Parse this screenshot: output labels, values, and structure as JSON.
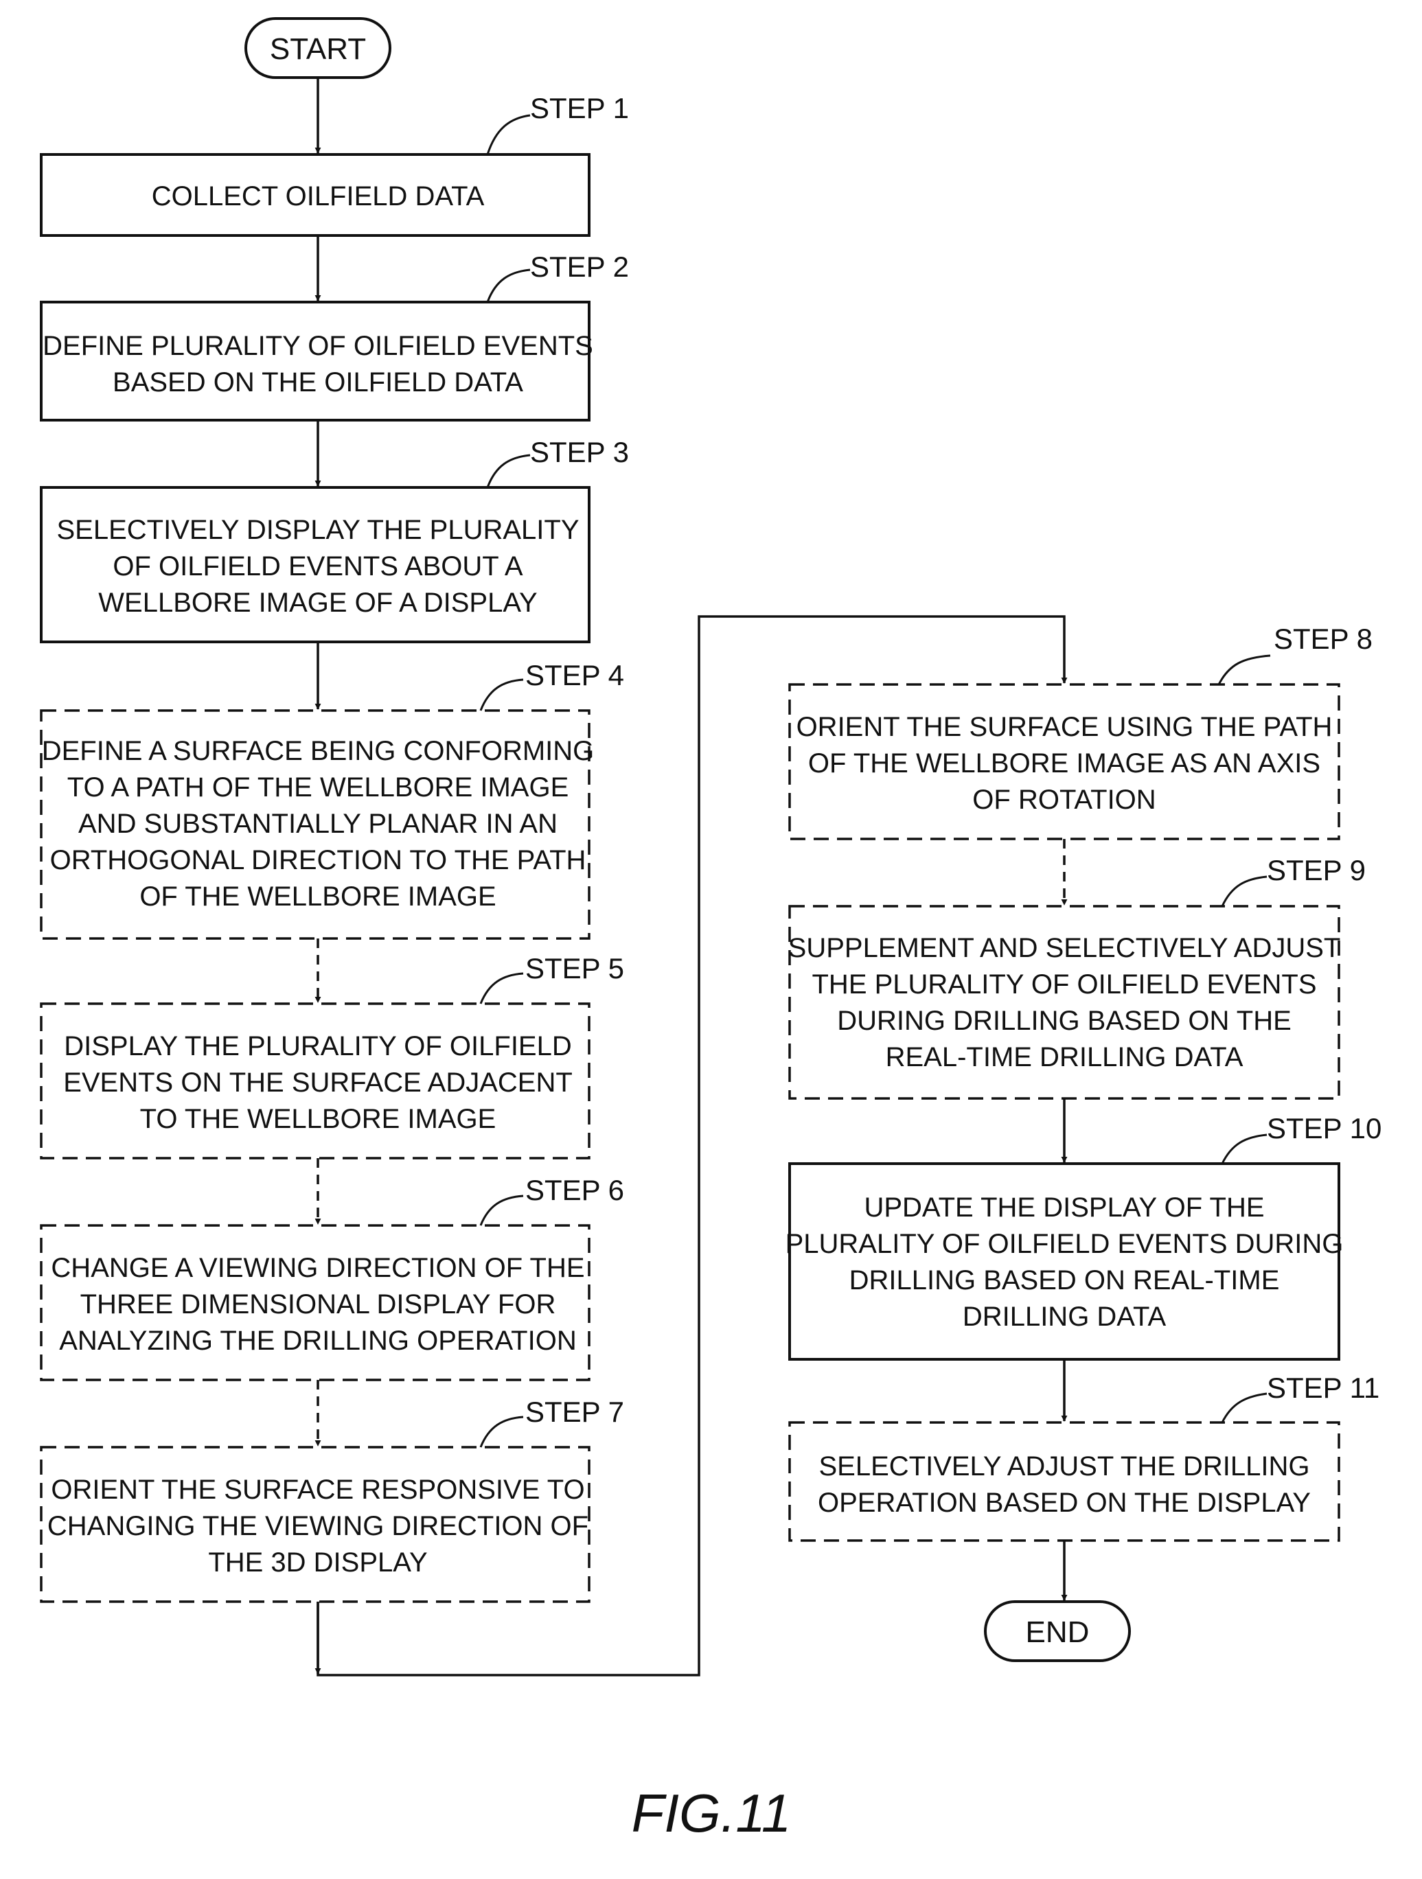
{
  "start_label": "START",
  "end_label": "END",
  "figure_label": "FIG.11",
  "steps": [
    {
      "label": "STEP 1",
      "lines": [
        "COLLECT OILFIELD DATA"
      ]
    },
    {
      "label": "STEP 2",
      "lines": [
        "DEFINE PLURALITY OF OILFIELD EVENTS",
        "BASED ON THE OILFIELD DATA"
      ]
    },
    {
      "label": "STEP 3",
      "lines": [
        "SELECTIVELY DISPLAY THE PLURALITY",
        "OF OILFIELD EVENTS ABOUT A",
        "WELLBORE IMAGE OF A DISPLAY"
      ]
    },
    {
      "label": "STEP 4",
      "lines": [
        "DEFINE A SURFACE BEING CONFORMING",
        "TO A PATH OF THE WELLBORE IMAGE",
        "AND SUBSTANTIALLY PLANAR IN AN",
        "ORTHOGONAL DIRECTION TO THE PATH",
        "OF THE WELLBORE IMAGE"
      ]
    },
    {
      "label": "STEP 5",
      "lines": [
        "DISPLAY THE PLURALITY OF OILFIELD",
        "EVENTS ON THE SURFACE ADJACENT",
        "TO THE WELLBORE IMAGE"
      ]
    },
    {
      "label": "STEP 6",
      "lines": [
        "CHANGE A VIEWING DIRECTION OF THE",
        "THREE DIMENSIONAL DISPLAY FOR",
        "ANALYZING THE DRILLING OPERATION"
      ]
    },
    {
      "label": "STEP 7",
      "lines": [
        "ORIENT THE SURFACE RESPONSIVE TO",
        "CHANGING THE VIEWING DIRECTION OF",
        "THE 3D DISPLAY"
      ]
    },
    {
      "label": "STEP 8",
      "lines": [
        "ORIENT THE SURFACE USING THE PATH",
        "OF THE WELLBORE IMAGE AS AN AXIS",
        "OF ROTATION"
      ]
    },
    {
      "label": "STEP 9",
      "lines": [
        "SUPPLEMENT AND SELECTIVELY ADJUST",
        "THE PLURALITY OF OILFIELD EVENTS",
        "DURING DRILLING BASED ON THE",
        "REAL-TIME DRILLING DATA"
      ]
    },
    {
      "label": "STEP 10",
      "lines": [
        "UPDATE THE DISPLAY OF THE",
        "PLURALITY OF OILFIELD EVENTS DURING",
        "DRILLING BASED ON REAL-TIME",
        "DRILLING DATA"
      ]
    },
    {
      "label": "STEP 11",
      "lines": [
        "SELECTIVELY ADJUST THE DRILLING",
        "OPERATION BASED ON THE DISPLAY"
      ]
    }
  ]
}
